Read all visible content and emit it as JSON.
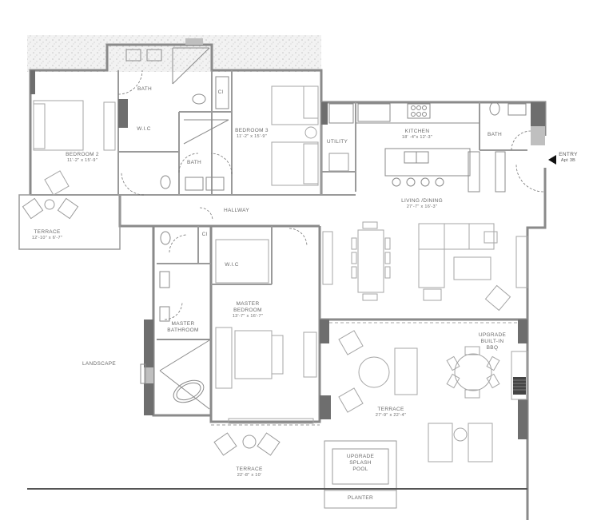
{
  "plan": {
    "rooms": [
      {
        "id": "bedroom-2",
        "name": "BEDROOM 2",
        "dim": "11'-2\" x 15'-9\""
      },
      {
        "id": "bath-1",
        "name": "BATH",
        "dim": ""
      },
      {
        "id": "wic-1",
        "name": "W.I.C",
        "dim": ""
      },
      {
        "id": "closet-1",
        "name": "Cl",
        "dim": ""
      },
      {
        "id": "bath-2",
        "name": "BATH",
        "dim": ""
      },
      {
        "id": "bedroom-3",
        "name": "BEDROOM 3",
        "dim": "11'-2\" x 15'-9\""
      },
      {
        "id": "utility",
        "name": "UTILITY",
        "dim": ""
      },
      {
        "id": "kitchen",
        "name": "KITCHEN",
        "dim": "18' -4\"x 12'-3\""
      },
      {
        "id": "bath-3",
        "name": "BATH",
        "dim": ""
      },
      {
        "id": "living-dining",
        "name": "LIVING /DINING",
        "dim": "27'-7\" x 16'-3\""
      },
      {
        "id": "hallway",
        "name": "HALLWAY",
        "dim": ""
      },
      {
        "id": "terrace-1",
        "name": "TERRACE",
        "dim": "12'-10\" x 6'-7\""
      },
      {
        "id": "closet-2",
        "name": "Cl",
        "dim": ""
      },
      {
        "id": "wic-2",
        "name": "W.I.C",
        "dim": ""
      },
      {
        "id": "master-bathroom",
        "name": "MASTER BATHROOM",
        "dim": ""
      },
      {
        "id": "master-bedroom",
        "name": "MASTER BEDROOM",
        "dim": "13'-7\" x 16'-7\""
      },
      {
        "id": "landscape",
        "name": "LANDSCAPE",
        "dim": ""
      },
      {
        "id": "terrace-2",
        "name": "TERRACE",
        "dim": "27'-9\" x 22'-4\""
      },
      {
        "id": "bbq",
        "name": "UPGRADE BUILT-IN BBQ",
        "dim": ""
      },
      {
        "id": "terrace-3",
        "name": "TERRACE",
        "dim": "22'-8\" x 10'"
      },
      {
        "id": "splash-pool",
        "name": "UPGRADE SPLASH POOL",
        "dim": ""
      },
      {
        "id": "planter",
        "name": "PLANTER",
        "dim": ""
      }
    ],
    "entry": {
      "label": "ENTRY",
      "sub": "Apt 3B"
    },
    "colors": {
      "wall": "#7a7a7a",
      "wall_dark": "#555555",
      "line": "#8a8a8a",
      "text": "#6a6a6a",
      "hatch": "#cfcfcf"
    }
  }
}
